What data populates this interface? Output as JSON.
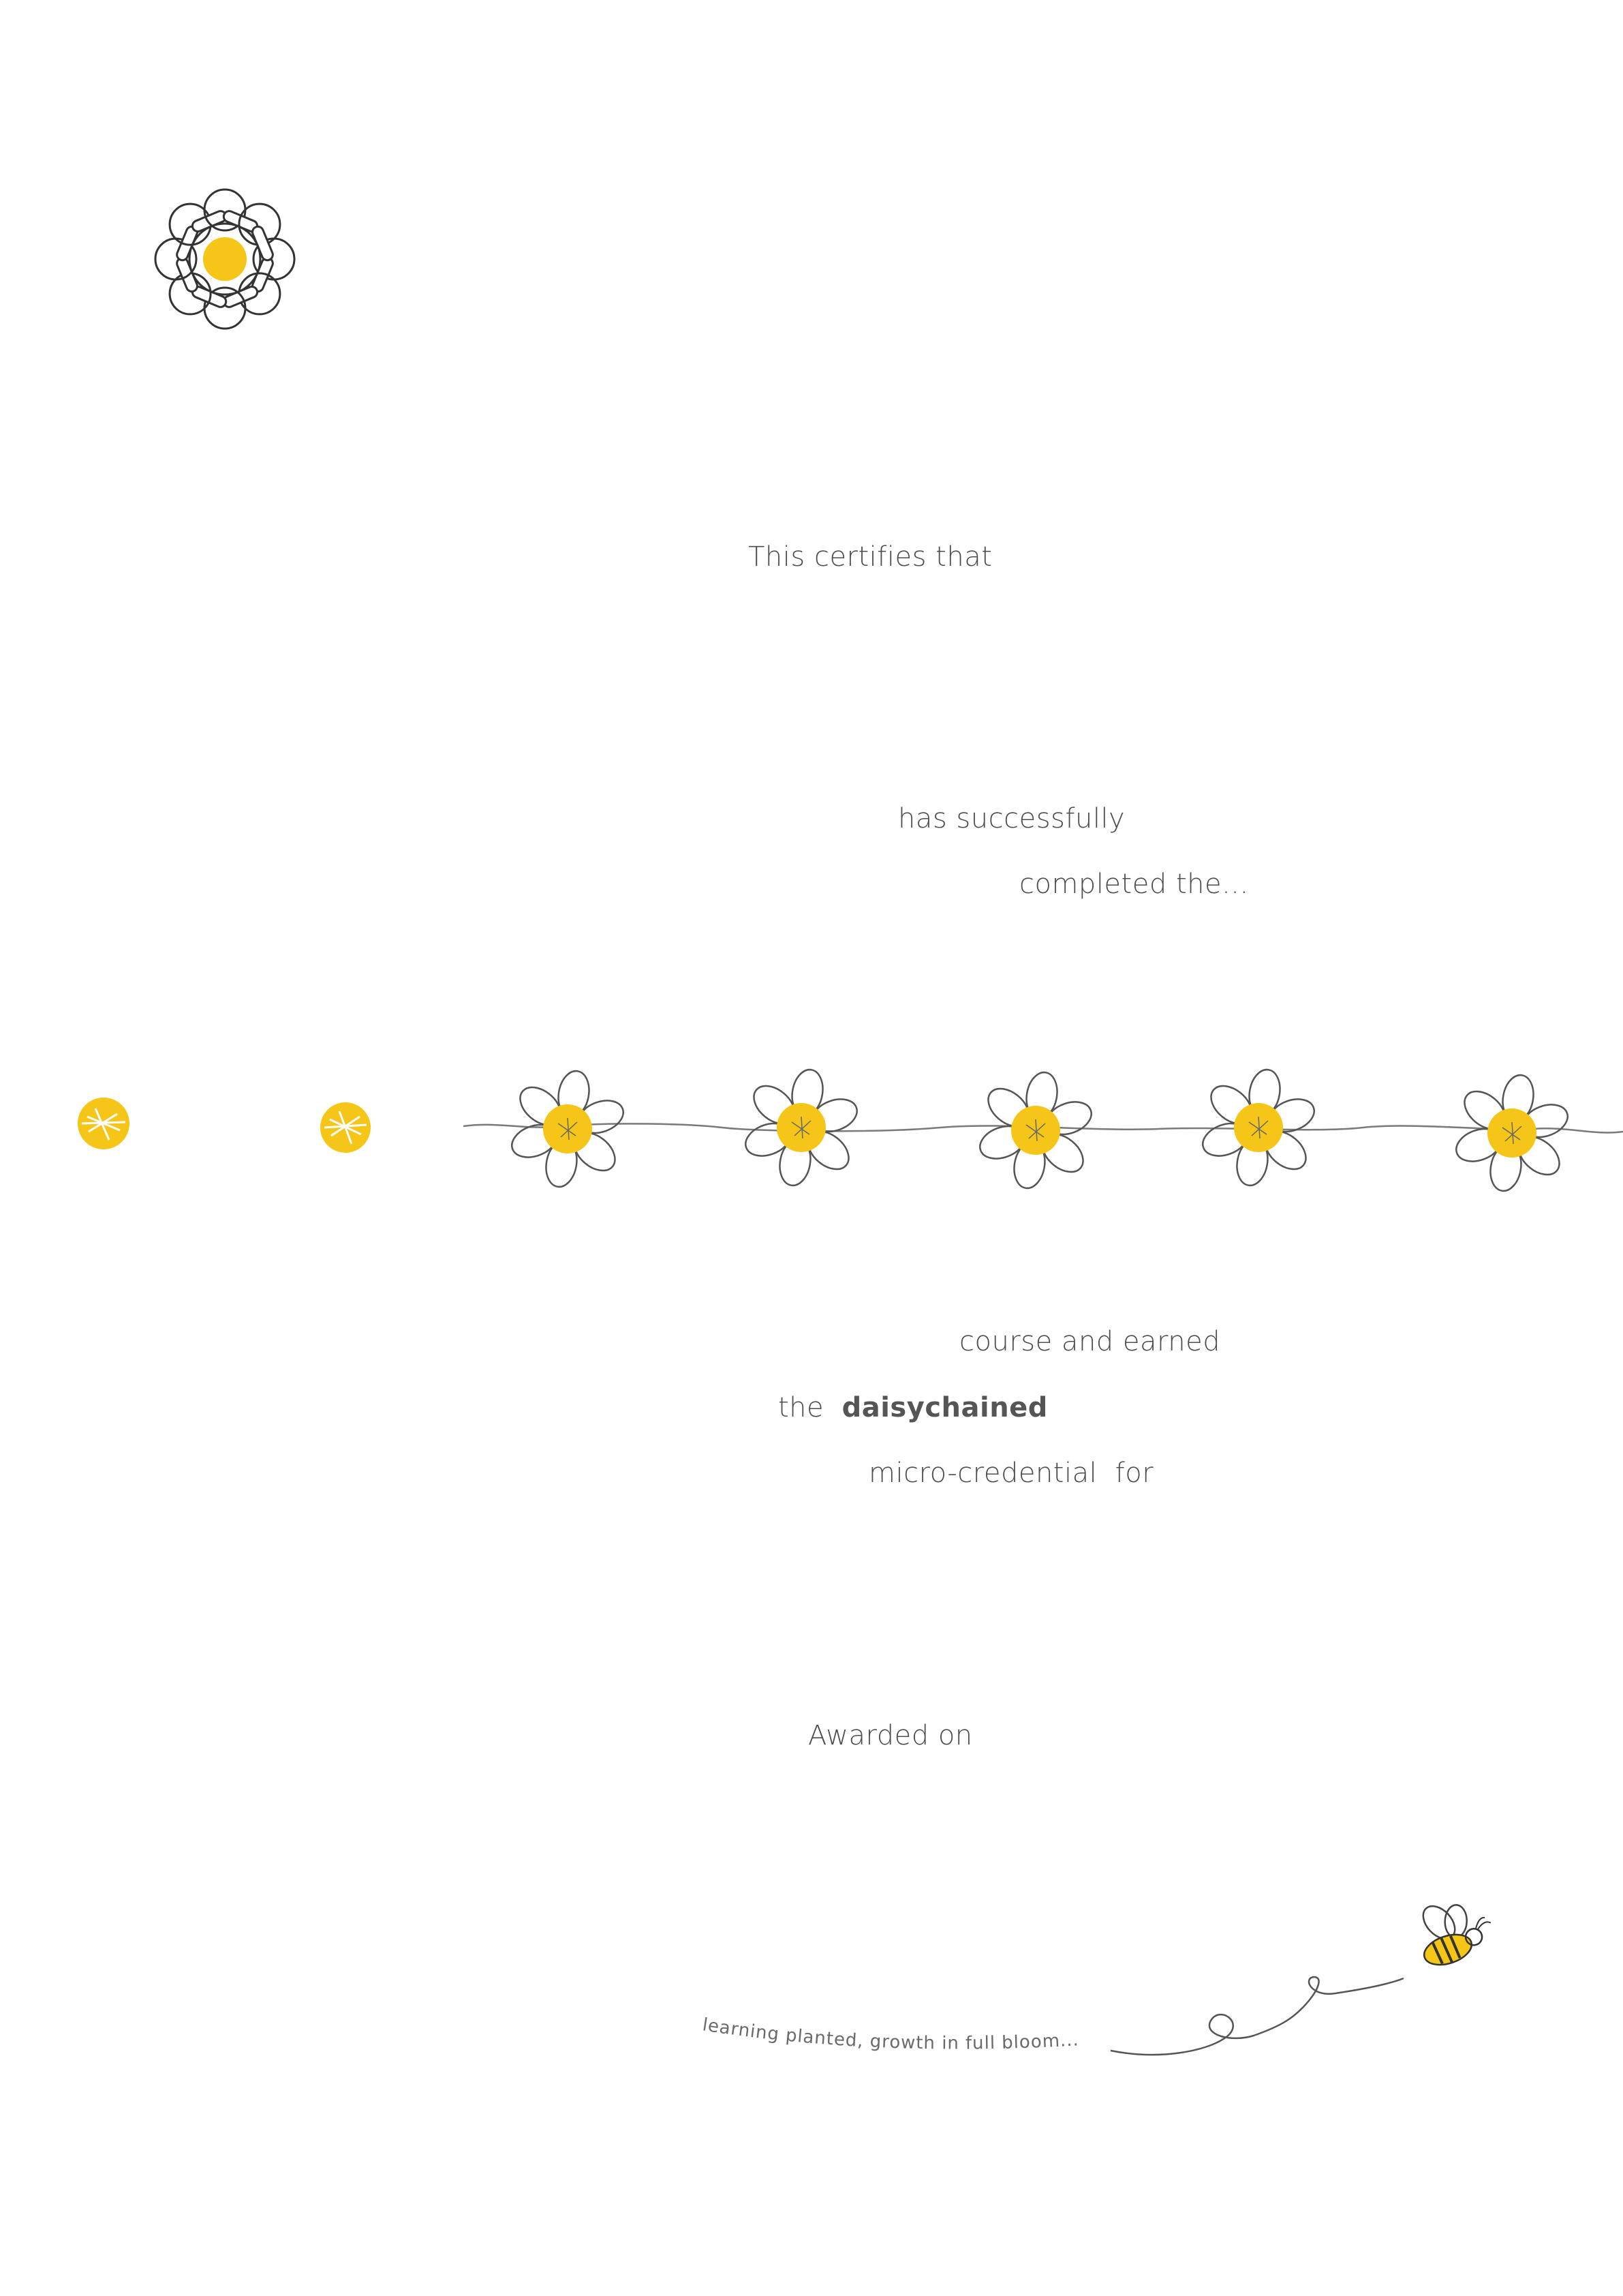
{
  "logo": {
    "icon": "daisy-chain-logo-icon",
    "accent": "#F5C518"
  },
  "certificate": {
    "line1": "This certifies that",
    "line2": "has successfully",
    "line3": "completed the...",
    "line4": "course and earned",
    "line5_prefix": "the",
    "line5_brand": "daisychained",
    "line6": "micro-credential  for",
    "line7": "Awarded on"
  },
  "footer": {
    "tagline": "learning planted, growth in full bloom...",
    "icon": "bee-icon"
  },
  "colors": {
    "accent": "#F5C518",
    "text": "#4d4d4d",
    "line": "#555555",
    "background": "#ffffff"
  }
}
